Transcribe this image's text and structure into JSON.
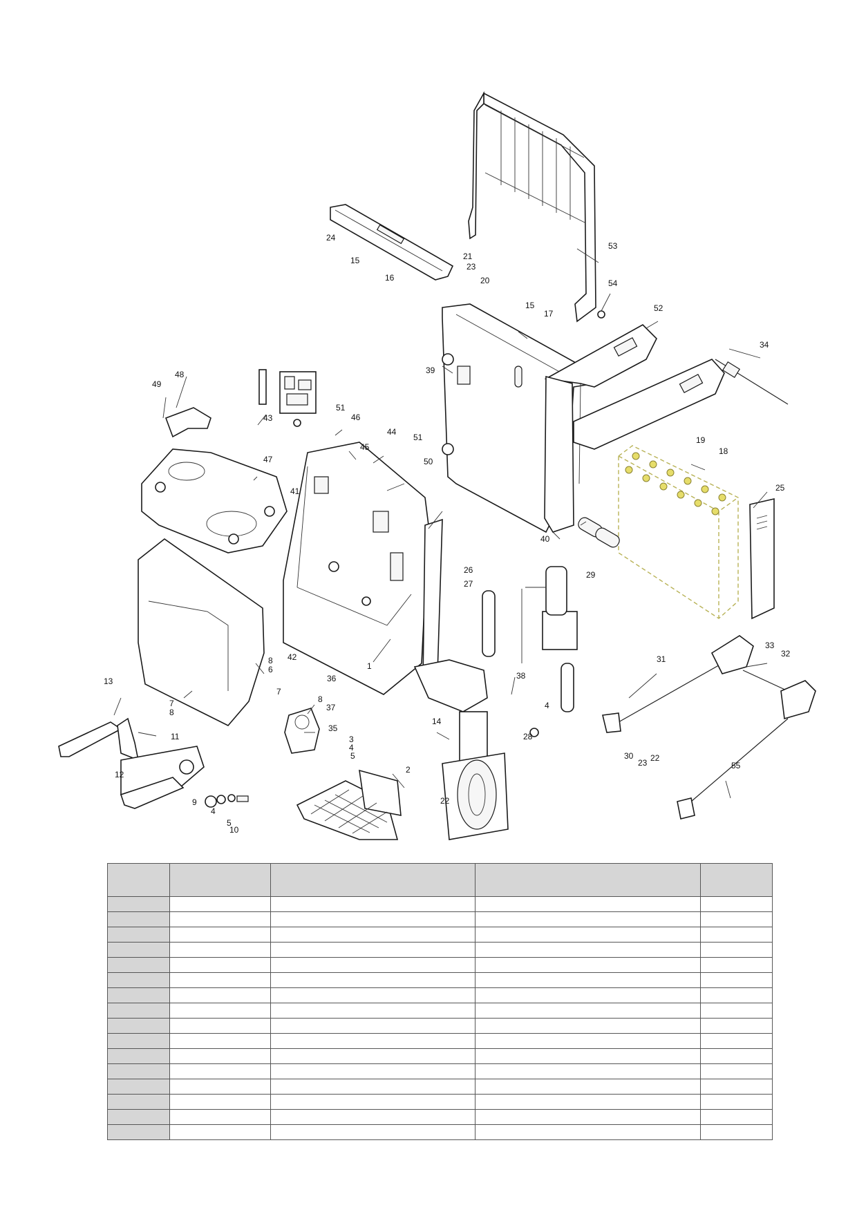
{
  "callouts": [
    "1",
    "2",
    "3",
    "4",
    "4",
    "4",
    "5",
    "5",
    "6",
    "7",
    "7",
    "8",
    "8",
    "8",
    "9",
    "10",
    "11",
    "12",
    "13",
    "14",
    "15",
    "15",
    "16",
    "17",
    "18",
    "19",
    "20",
    "21",
    "22",
    "22",
    "23",
    "23",
    "24",
    "25",
    "26",
    "27",
    "28",
    "29",
    "30",
    "31",
    "32",
    "33",
    "34",
    "35",
    "36",
    "37",
    "38",
    "39",
    "40",
    "41",
    "42",
    "43",
    "44",
    "45",
    "46",
    "47",
    "48",
    "49",
    "50",
    "51",
    "51",
    "52",
    "53",
    "54",
    "55"
  ],
  "parts_table": {
    "headers": [
      "",
      "",
      "",
      "",
      ""
    ],
    "rows": [
      [
        "",
        "",
        "",
        "",
        ""
      ],
      [
        "",
        "",
        "",
        "",
        ""
      ],
      [
        "",
        "",
        "",
        "",
        ""
      ],
      [
        "",
        "",
        "",
        "",
        ""
      ],
      [
        "",
        "",
        "",
        "",
        ""
      ],
      [
        "",
        "",
        "",
        "",
        ""
      ],
      [
        "",
        "",
        "",
        "",
        ""
      ],
      [
        "",
        "",
        "",
        "",
        ""
      ],
      [
        "",
        "",
        "",
        "",
        ""
      ],
      [
        "",
        "",
        "",
        "",
        ""
      ],
      [
        "",
        "",
        "",
        "",
        ""
      ],
      [
        "",
        "",
        "",
        "",
        ""
      ],
      [
        "",
        "",
        "",
        "",
        ""
      ],
      [
        "",
        "",
        "",
        "",
        ""
      ],
      [
        "",
        "",
        "",
        "",
        ""
      ],
      [
        "",
        "",
        "",
        "",
        ""
      ]
    ]
  }
}
